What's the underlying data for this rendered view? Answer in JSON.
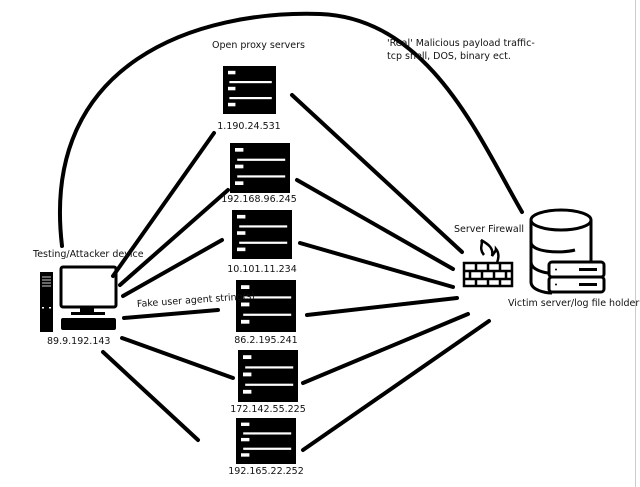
{
  "diagram": {
    "attacker": {
      "title": "Testing/Attacker device",
      "ip": "89.9.192.143",
      "icon": "desktop-computer-icon"
    },
    "proxies": {
      "title": "Open proxy servers",
      "icon": "server-rack-icon",
      "items": [
        {
          "ip": "1.190.24.531"
        },
        {
          "ip": "192.168.96.245"
        },
        {
          "ip": "10.101.11.234"
        },
        {
          "ip": "86.2.195.241"
        },
        {
          "ip": "172.142.55.225"
        },
        {
          "ip": "192.165.22.252"
        }
      ]
    },
    "fake_agent_label": "Fake user agent string(s)",
    "payload_label_line1": "'Real' Malicious payload traffic-",
    "payload_label_line2": "tcp shell, DOS, binary ect.",
    "firewall": {
      "title": "Server Firewall",
      "icon": "firewall-icon"
    },
    "victim": {
      "title": "Victim server/log file holder",
      "icon": "database-server-icon"
    }
  }
}
